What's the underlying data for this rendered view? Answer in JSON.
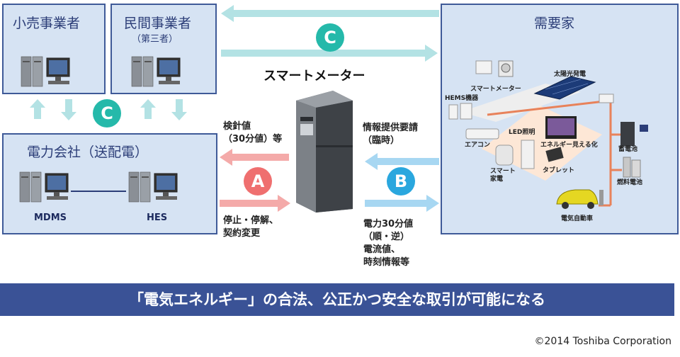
{
  "boxes": {
    "retail": {
      "title": "小売事業者"
    },
    "private": {
      "title": "民間事業者",
      "subtitle": "（第三者）"
    },
    "utility": {
      "title": "電力会社（送配電）",
      "mdms": "MDMS",
      "hes": "HES"
    },
    "customer": {
      "title": "需要家"
    }
  },
  "smart_meter_title": "スマートメーター",
  "circles": {
    "a": "A",
    "b": "B",
    "c_top": "C",
    "c_left": "C"
  },
  "labels": {
    "meter_reading": "検針値\n（30分値）等",
    "stop_reconnect": "停止・停解、\n契約変更",
    "info_request": "情報提供要請\n（臨時）",
    "power_values": "電力30分値\n（順・逆）\n電流値、\n時刻情報等"
  },
  "home_items": {
    "smart_meter": "スマートメーター",
    "solar": "太陽光発電",
    "hems": "HEMS機器",
    "led": "LED照明",
    "aircon": "エアコン",
    "energy_visual": "エネルギー見える化",
    "smart_appliance": "スマート\n家電",
    "tablet": "タブレット",
    "battery": "蓄電池",
    "fuel_cell": "燃料電池",
    "ev": "電気自動車"
  },
  "banner": "「電気エネルギー」の合法、公正かつ安全な取引が可能になる",
  "copyright": "©2014 Toshiba Corporation",
  "colors": {
    "box_fill": "#d6e3f3",
    "box_border": "#3f5a98",
    "arrow_c": "#b3e2e4",
    "arrow_a": "#f4aaa9",
    "arrow_b": "#a7d7f2",
    "circle_a": "#ef6f6f",
    "circle_b": "#2aa7de",
    "circle_c": "#25b9aa",
    "banner": "#3a5296"
  }
}
